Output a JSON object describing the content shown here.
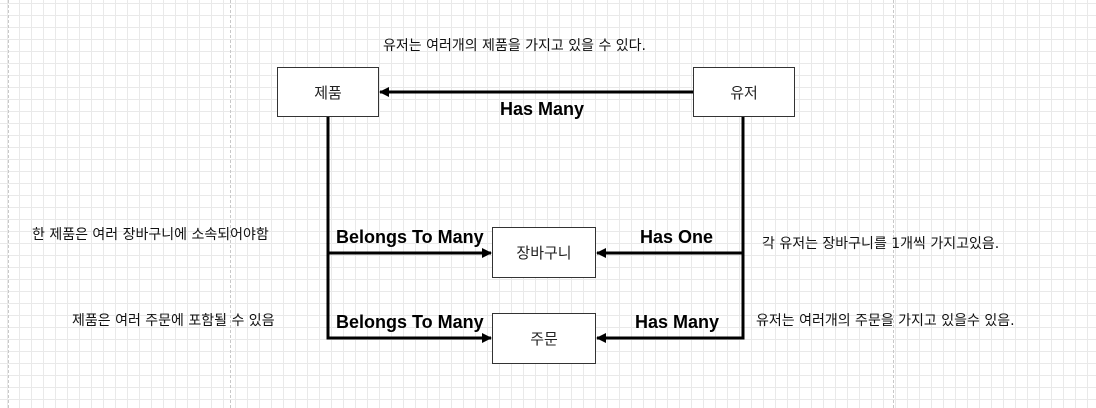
{
  "entities": {
    "product": "제품",
    "user": "유저",
    "cart": "장바구니",
    "order": "주문"
  },
  "relations": {
    "user_product": "Has Many",
    "product_cart": "Belongs To Many",
    "user_cart": "Has One",
    "product_order": "Belongs To Many",
    "user_order": "Has Many"
  },
  "notes": {
    "top": "유저는 여러개의 제품을 가지고 있을 수 있다.",
    "product_cart": "한 제품은 여러 장바구니에 소속되어야함",
    "user_cart": "각 유저는 장바구니를 1개씩 가지고있음.",
    "product_order": "제품은 여러 주문에 포함될 수 있음",
    "user_order": "유저는 여러개의 주문을 가지고 있을수 있음."
  }
}
